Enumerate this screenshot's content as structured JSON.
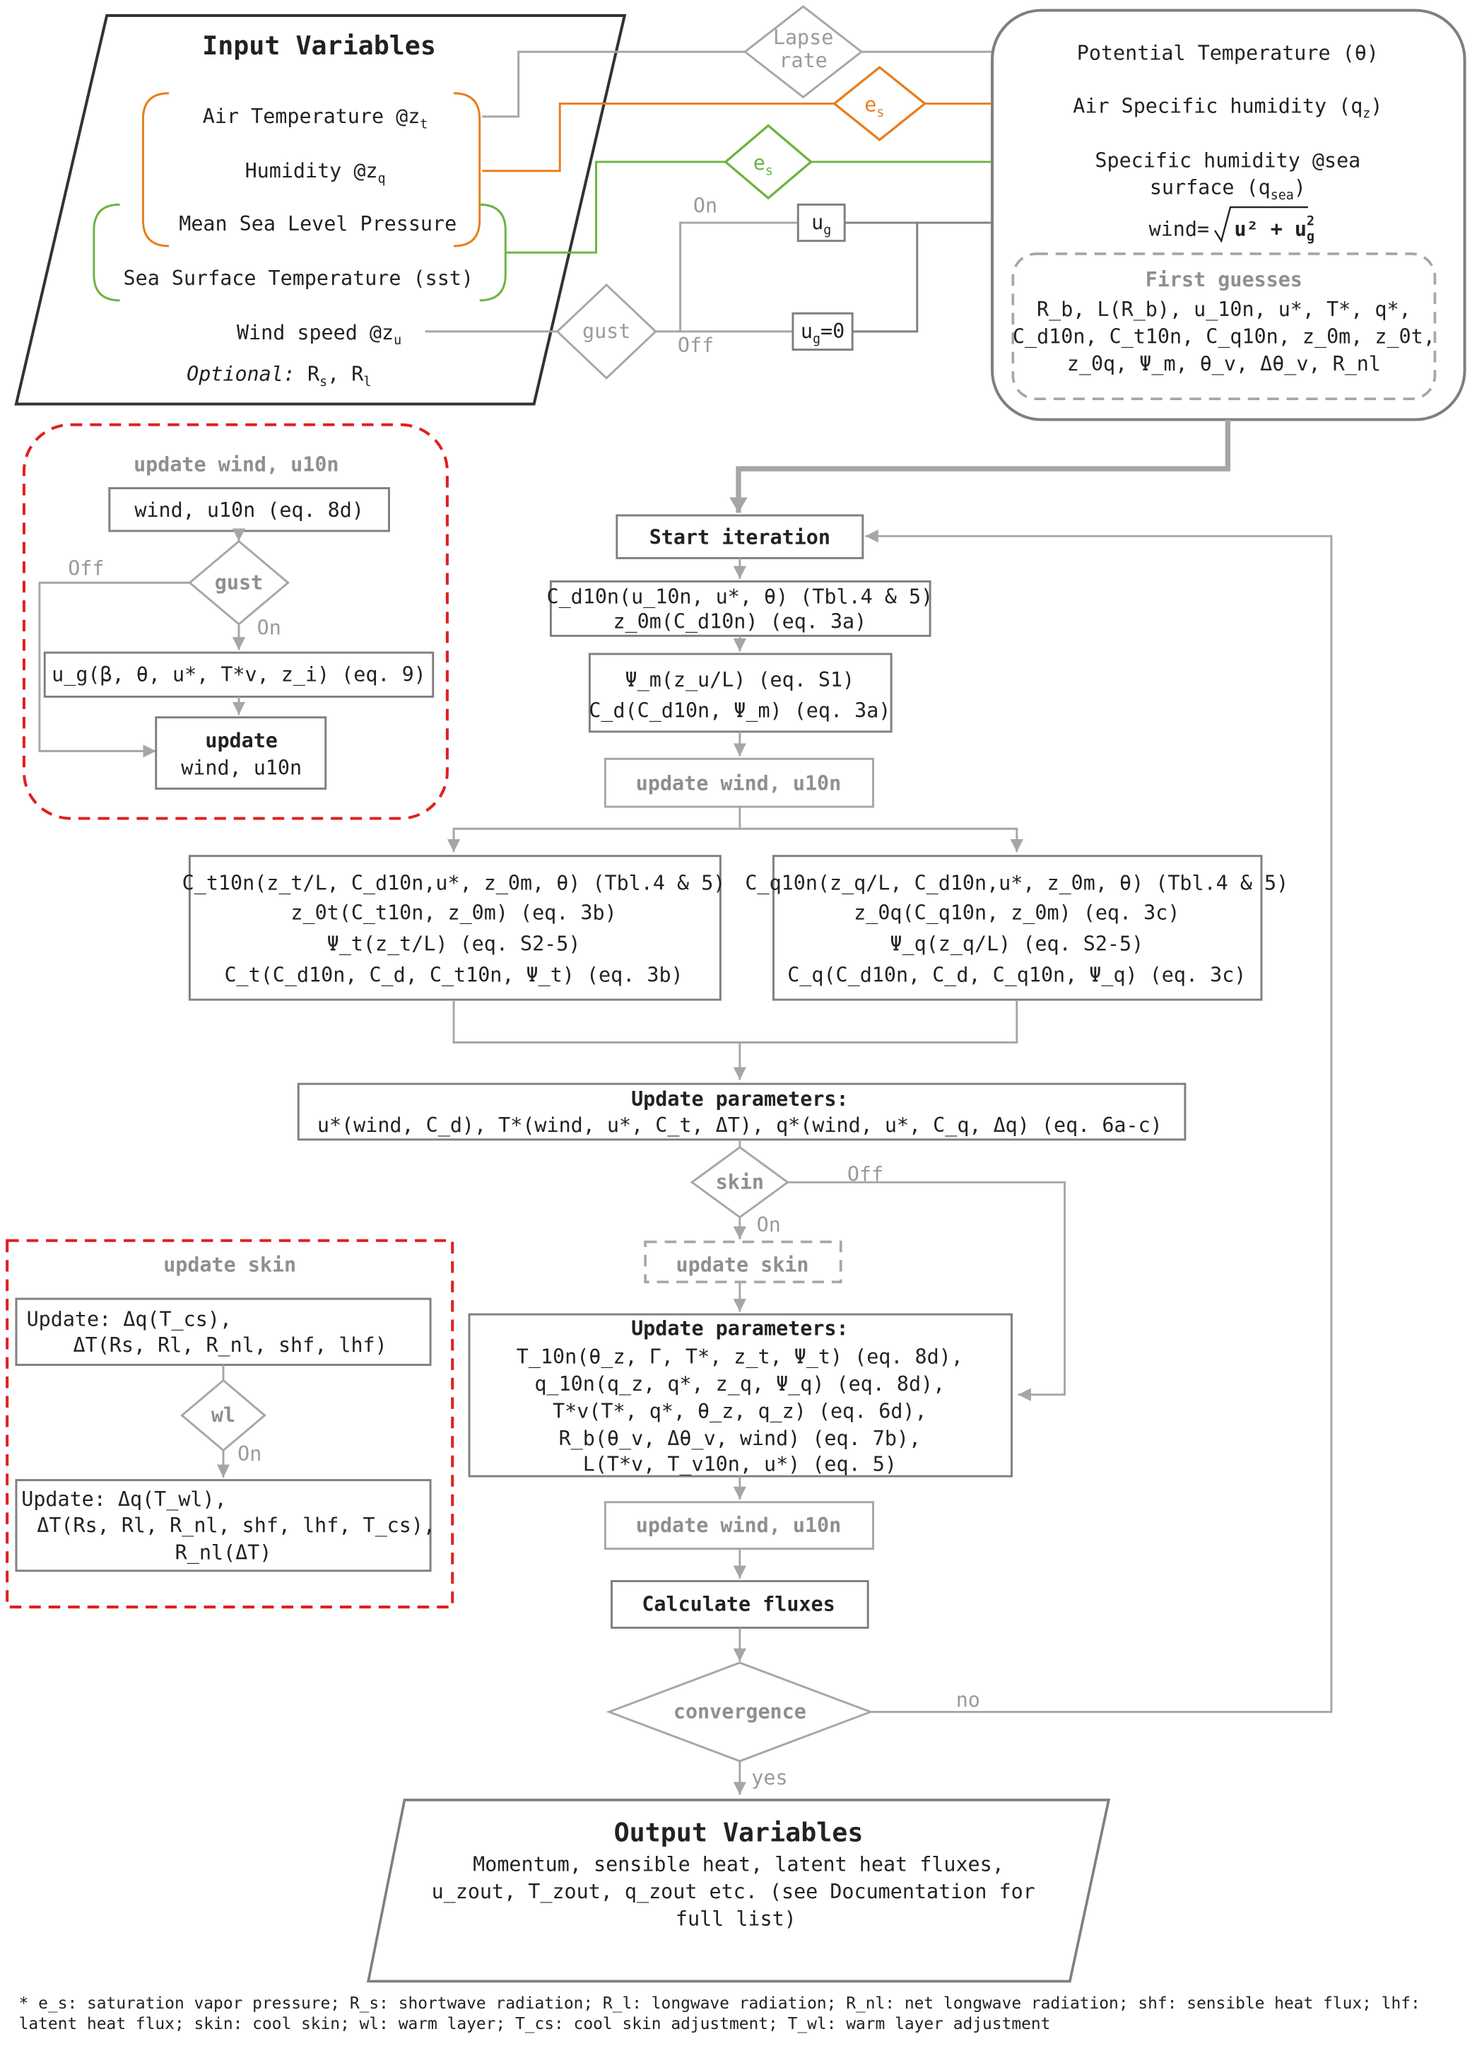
{
  "input": {
    "title": "Input Variables",
    "air_temp": "Air Temperature @z",
    "air_temp_sub": "t",
    "humidity": "Humidity @z",
    "humidity_sub": "q",
    "mslp": "Mean Sea Level Pressure",
    "sst": "Sea Surface Temperature (sst)",
    "wind": "Wind speed @z",
    "wind_sub": "u",
    "optional_label": "Optional:",
    "optional_r": "R",
    "optional_s": "s",
    "optional_sep": ", R",
    "optional_l": "l"
  },
  "converters": {
    "lapse_line1": "Lapse",
    "lapse_line2": "rate",
    "es_main": "e",
    "es_sub": "s",
    "gust": "gust",
    "on": "On",
    "off": "Off",
    "ug_main": "u",
    "ug_sub": "g",
    "ug0_sub": "g",
    "ug0_rest": "=0"
  },
  "derived": {
    "potential_temp": "Potential Temperature (θ)",
    "air_q_prefix": "Air Specific humidity (q",
    "air_q_sub": "z",
    "close": ")",
    "sea_q_line1": "Specific humidity @sea",
    "sea_q_line2": "surface (q",
    "sea_q_sub": "sea",
    "wind_label": "wind=",
    "wind_formula": "u² + u",
    "wind_formula_sub": "g",
    "wind_formula_sup": "2"
  },
  "first_guesses": {
    "title": "First guesses",
    "line1": "R_b, L(R_b), u_10n, u*, T*, q*,",
    "line2": "C_d10n, C_t10n, C_q10n, z_0m, z_0t,",
    "line3": "z_0q, Ψ_m, θ_v, Δθ_v, R_nl"
  },
  "wind_panel": {
    "title": "update wind, u10n",
    "box1": "wind, u10n (eq. 8d)",
    "gust": "gust",
    "off": "Off",
    "on": "On",
    "ug_box": "u_g(β, θ, u*, T*v, z_i) (eq. 9)",
    "update": "update",
    "update_sub": "wind, u10n"
  },
  "flow": {
    "start": "Start iteration",
    "cd_line1": "C_d10n(u_10n, u*, θ) (Tbl.4 & 5)",
    "cd_line2": "z_0m(C_d10n) (eq. 3a)",
    "psi_line1": "Ψ_m(z_u/L) (eq. S1)",
    "psi_line2": "C_d(C_d10n, Ψ_m) (eq. 3a)",
    "update_wind": "update wind, u10n",
    "ct_line1": "C_t10n(z_t/L, C_d10n,u*, z_0m, θ) (Tbl.4 & 5)",
    "ct_line2": "z_0t(C_t10n, z_0m) (eq. 3b)",
    "ct_line3": "Ψ_t(z_t/L) (eq. S2-5)",
    "ct_line4": "C_t(C_d10n, C_d, C_t10n, Ψ_t) (eq. 3b)",
    "cq_line1": "C_q10n(z_q/L, C_d10n,u*, z_0m, θ) (Tbl.4 & 5)",
    "cq_line2": "z_0q(C_q10n, z_0m) (eq. 3c)",
    "cq_line3": "Ψ_q(z_q/L) (eq. S2-5)",
    "cq_line4": "C_q(C_d10n, C_d, C_q10n, Ψ_q) (eq. 3c)",
    "params1_title": "Update parameters:",
    "params1_line": "u*(wind, C_d), T*(wind, u*, C_t, ΔT), q*(wind, u*, C_q, Δq) (eq. 6a-c)",
    "skin": "skin",
    "skin_off": "Off",
    "skin_on": "On",
    "update_skin": "update skin",
    "params2_title": "Update parameters:",
    "p2_line1": "T_10n(θ_z, Γ, T*, z_t, Ψ_t) (eq. 8d),",
    "p2_line2": "q_10n(q_z, q*, z_q, Ψ_q) (eq. 8d),",
    "p2_line3": "T*v(T*, q*, θ_z, q_z) (eq. 6d),",
    "p2_line4": "R_b(θ_v, Δθ_v, wind) (eq. 7b),",
    "p2_line5": "L(T*v, T_v10n, u*) (eq. 5)",
    "update_wind2": "update wind, u10n",
    "fluxes": "Calculate fluxes",
    "convergence": "convergence",
    "no": "no",
    "yes": "yes"
  },
  "skin_panel": {
    "title": "update skin",
    "box1_line1": "Update: Δq(T_cs),",
    "box1_line2": "ΔT(Rs, Rl, R_nl, shf, lhf)",
    "wl": "wl",
    "on": "On",
    "box2_line1": "Update: Δq(T_wl),",
    "box2_line2": "ΔT(Rs, Rl, R_nl, shf, lhf, T_cs),",
    "box2_line3": "R_nl(ΔT)"
  },
  "output": {
    "title": "Output Variables",
    "line1": "Momentum, sensible heat, latent heat fluxes,",
    "line2": "u_zout, T_zout, q_zout etc. (see Documentation for",
    "line3": "full list)"
  },
  "footnote": {
    "line1": "* e_s: saturation vapor pressure; R_s: shortwave radiation; R_l: longwave radiation; R_nl: net longwave radiation; shf: sensible heat flux; lhf:",
    "line2": "latent heat flux; skin: cool skin; wl: warm layer; T_cs: cool skin adjustment; T_wl: warm layer adjustment"
  },
  "colors": {
    "orange": "#e87d1e",
    "green": "#6cb33f",
    "red_dash": "#e02020",
    "grey": "#a6a6a6",
    "dark": "#7f7f7f"
  }
}
